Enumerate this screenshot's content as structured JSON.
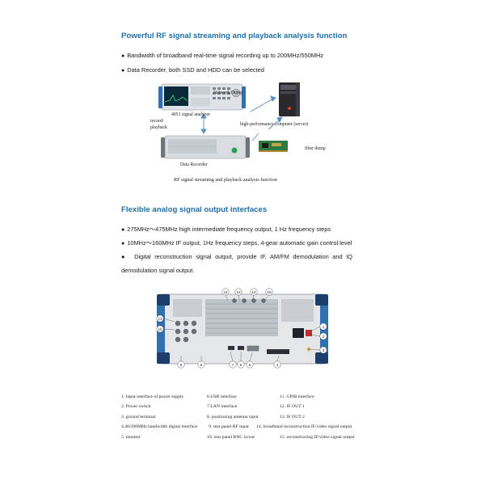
{
  "section1": {
    "heading": "Powerful RF signal streaming and playback analysis function",
    "bullets": [
      "Bandwidth of broadband real-time signal recording up to 200MHz/550MHz",
      "Data Recorder, both SSD and HDD can be selected"
    ],
    "diagram": {
      "analyzer_label": "4051 signal analyzer",
      "network_dump_label": "Network Dump",
      "record_label_1": "record/",
      "record_label_2": "playback",
      "server_label": "high-performance computer (server)",
      "fiber_label": "fiber dump",
      "recorder_label": "Data Recorder",
      "caption": "RF signal streaming and playback analysis function"
    }
  },
  "section2": {
    "heading": "Flexible analog signal output interfaces",
    "bullets": [
      "275MHz～475MHz high intermediate frequency output, 1 Hz frequency steps",
      "10MHz～160MHz IF output, 1Hz frequency steps, 4-gear automatic gain control level"
    ],
    "paragraph_bullet": "Digital reconstruction signal output, provide IF, AM/FM demodulation and IQ demodulation signal output.",
    "callouts": [
      "11",
      "12",
      "13",
      "14",
      "15",
      "10",
      "1",
      "2",
      "3",
      "4",
      "5",
      "6",
      "7",
      "8",
      "9"
    ],
    "legend": [
      [
        "1. Input interface of power supply",
        "6.USB interface",
        "11. GPIB interface"
      ],
      [
        "2. Power switch",
        "7.LAN interface",
        "12. IF OUT 1"
      ],
      [
        "3. ground terminal",
        "8. positioning antenna input",
        "13. IF OUT 2"
      ],
      [
        "4.40/200MHz bandwidth digital interface",
        "9. rear panel RF input",
        "14. broadband reconstruction IF/video signal output"
      ],
      [
        "5. monitor",
        "10. rear panel BNC in/out",
        "15. reconstructing IF/video signal output"
      ]
    ]
  },
  "colors": {
    "heading": "#1f6fa8",
    "arrow": "#5a8fc4",
    "instrument_frame": "#2f6fb4"
  }
}
